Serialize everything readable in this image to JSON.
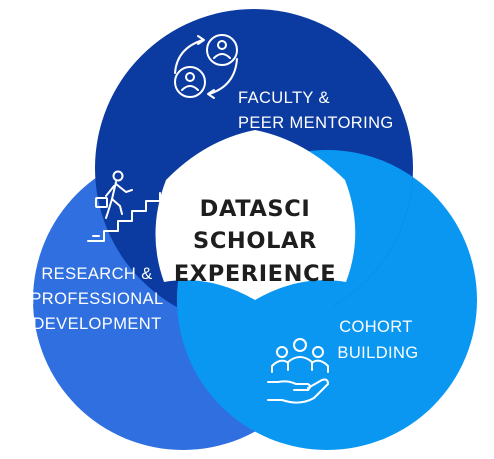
{
  "colors": {
    "faculty": "#0b3aa0",
    "research": "#2f6fe0",
    "cohort": "#0a97f2",
    "center_fill": "#ffffff",
    "center_text": "#1e1e1e",
    "label_text": "#ffffff"
  },
  "center": {
    "line1": "DATASCI",
    "line2": "SCHOLAR",
    "line3": "EXPERIENCE"
  },
  "faculty": {
    "line1": "FACULTY &",
    "line2": "PEER MENTORING",
    "icon": "mentoring-exchange-icon"
  },
  "research": {
    "line1": "RESEARCH &",
    "line2": "PROFESSIONAL",
    "line3": "DEVELOPMENT",
    "icon": "stairs-climber-icon"
  },
  "cohort": {
    "line1": "COHORT",
    "line2": "BUILDING",
    "icon": "group-hand-icon"
  }
}
